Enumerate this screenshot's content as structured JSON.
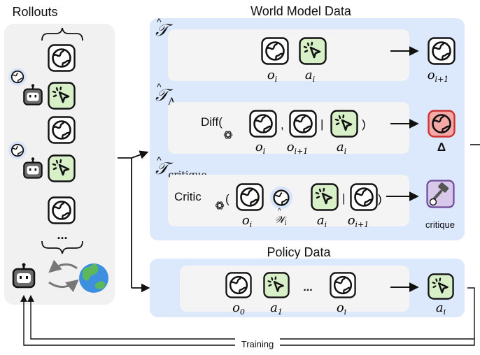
{
  "rollouts": {
    "title": "Rollouts",
    "ellipsis": "..."
  },
  "world_model": {
    "title": "World Model Data",
    "t_symbol": "𝒯",
    "rows": [
      {
        "sub": "",
        "o_i": "o",
        "o_i_sub": "i",
        "a_i": "a",
        "a_i_sub": "i",
        "out": "o",
        "out_sub": "i+1"
      },
      {
        "sub": "Δ",
        "fn": "Diff",
        "o_i": "o",
        "o_i_sub": "i",
        "o_next": "o",
        "o_next_sub": "i+1",
        "a_i": "a",
        "a_i_sub": "i",
        "comma": ",",
        "bar": "|",
        "close": ")",
        "out": "Δ"
      },
      {
        "sub": "critique",
        "fn": "Critic",
        "o_i": "o",
        "o_i_sub": "i",
        "w": "𝒲",
        "w_sub": "i",
        "a_i": "a",
        "a_i_sub": "i",
        "o_next": "o",
        "o_next_sub": "i+1",
        "bar": "|",
        "out": "critique"
      }
    ]
  },
  "policy": {
    "title": "Policy Data",
    "o0": "o",
    "o0_sub": "0",
    "a1": "a",
    "a1_sub": "1",
    "ellipsis": "...",
    "oi": "o",
    "oi_sub": "i",
    "out": "a",
    "out_sub": "i"
  },
  "training": {
    "label": "Training"
  },
  "colors": {
    "panel_gray": "#f1f1f1",
    "panel_blue": "#dce8fb",
    "row_bg": "#f4f4f4",
    "action_green": "#d7f0c8",
    "delta_red": "#f4a9a6",
    "critique_purple": "#d8c9ea"
  }
}
